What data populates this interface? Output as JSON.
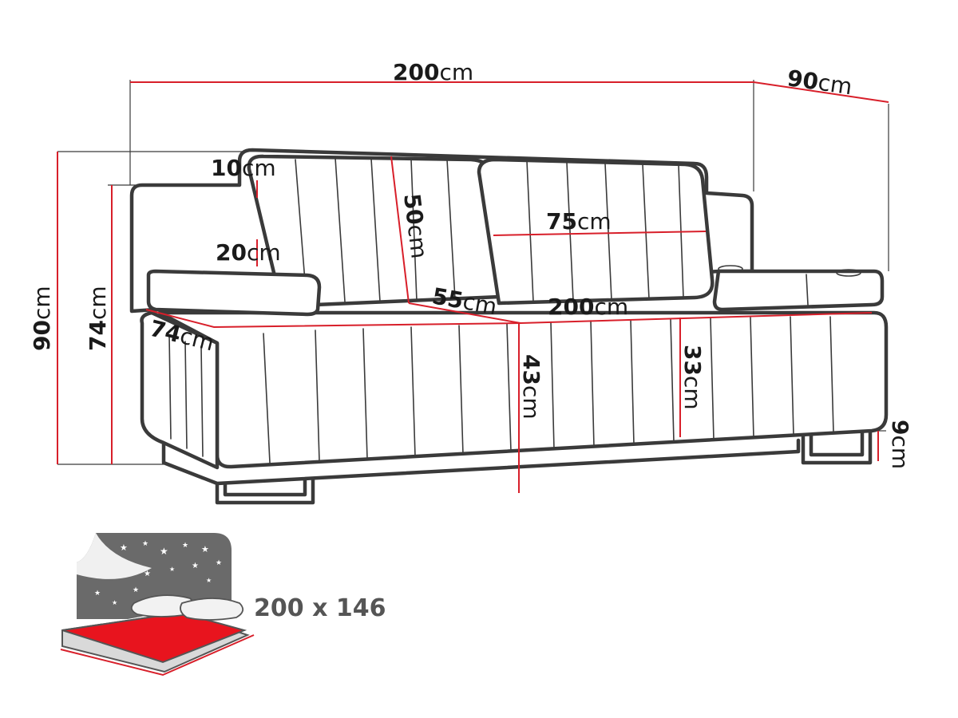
{
  "dimensions": {
    "total_width": {
      "value": "200",
      "unit": "cm"
    },
    "total_depth": {
      "value": "90",
      "unit": "cm"
    },
    "total_height": {
      "value": "90",
      "unit": "cm"
    },
    "armrest_height": {
      "value": "74",
      "unit": "cm"
    },
    "armrest_top": {
      "value": "10",
      "unit": "cm"
    },
    "armrest_thickness": {
      "value": "20",
      "unit": "cm"
    },
    "cushion_height": {
      "value": "50",
      "unit": "cm"
    },
    "cushion_width": {
      "value": "75",
      "unit": "cm"
    },
    "seat_depth": {
      "value": "55",
      "unit": "cm"
    },
    "seat_width": {
      "value": "200",
      "unit": "cm"
    },
    "base_depth": {
      "value": "74",
      "unit": "cm"
    },
    "seat_height": {
      "value": "43",
      "unit": "cm"
    },
    "base_height": {
      "value": "33",
      "unit": "cm"
    },
    "leg_height": {
      "value": "9",
      "unit": "cm"
    }
  },
  "sleeping_area": {
    "label": "200 x 146"
  },
  "colors": {
    "dimension_line": "#d81f2a",
    "outline": "#3a3a3a",
    "mattress": "#e8141e",
    "night_sky": "#6a6a6a"
  },
  "icons": [
    "sofa-drawing-icon",
    "sofa-bed-icon"
  ]
}
